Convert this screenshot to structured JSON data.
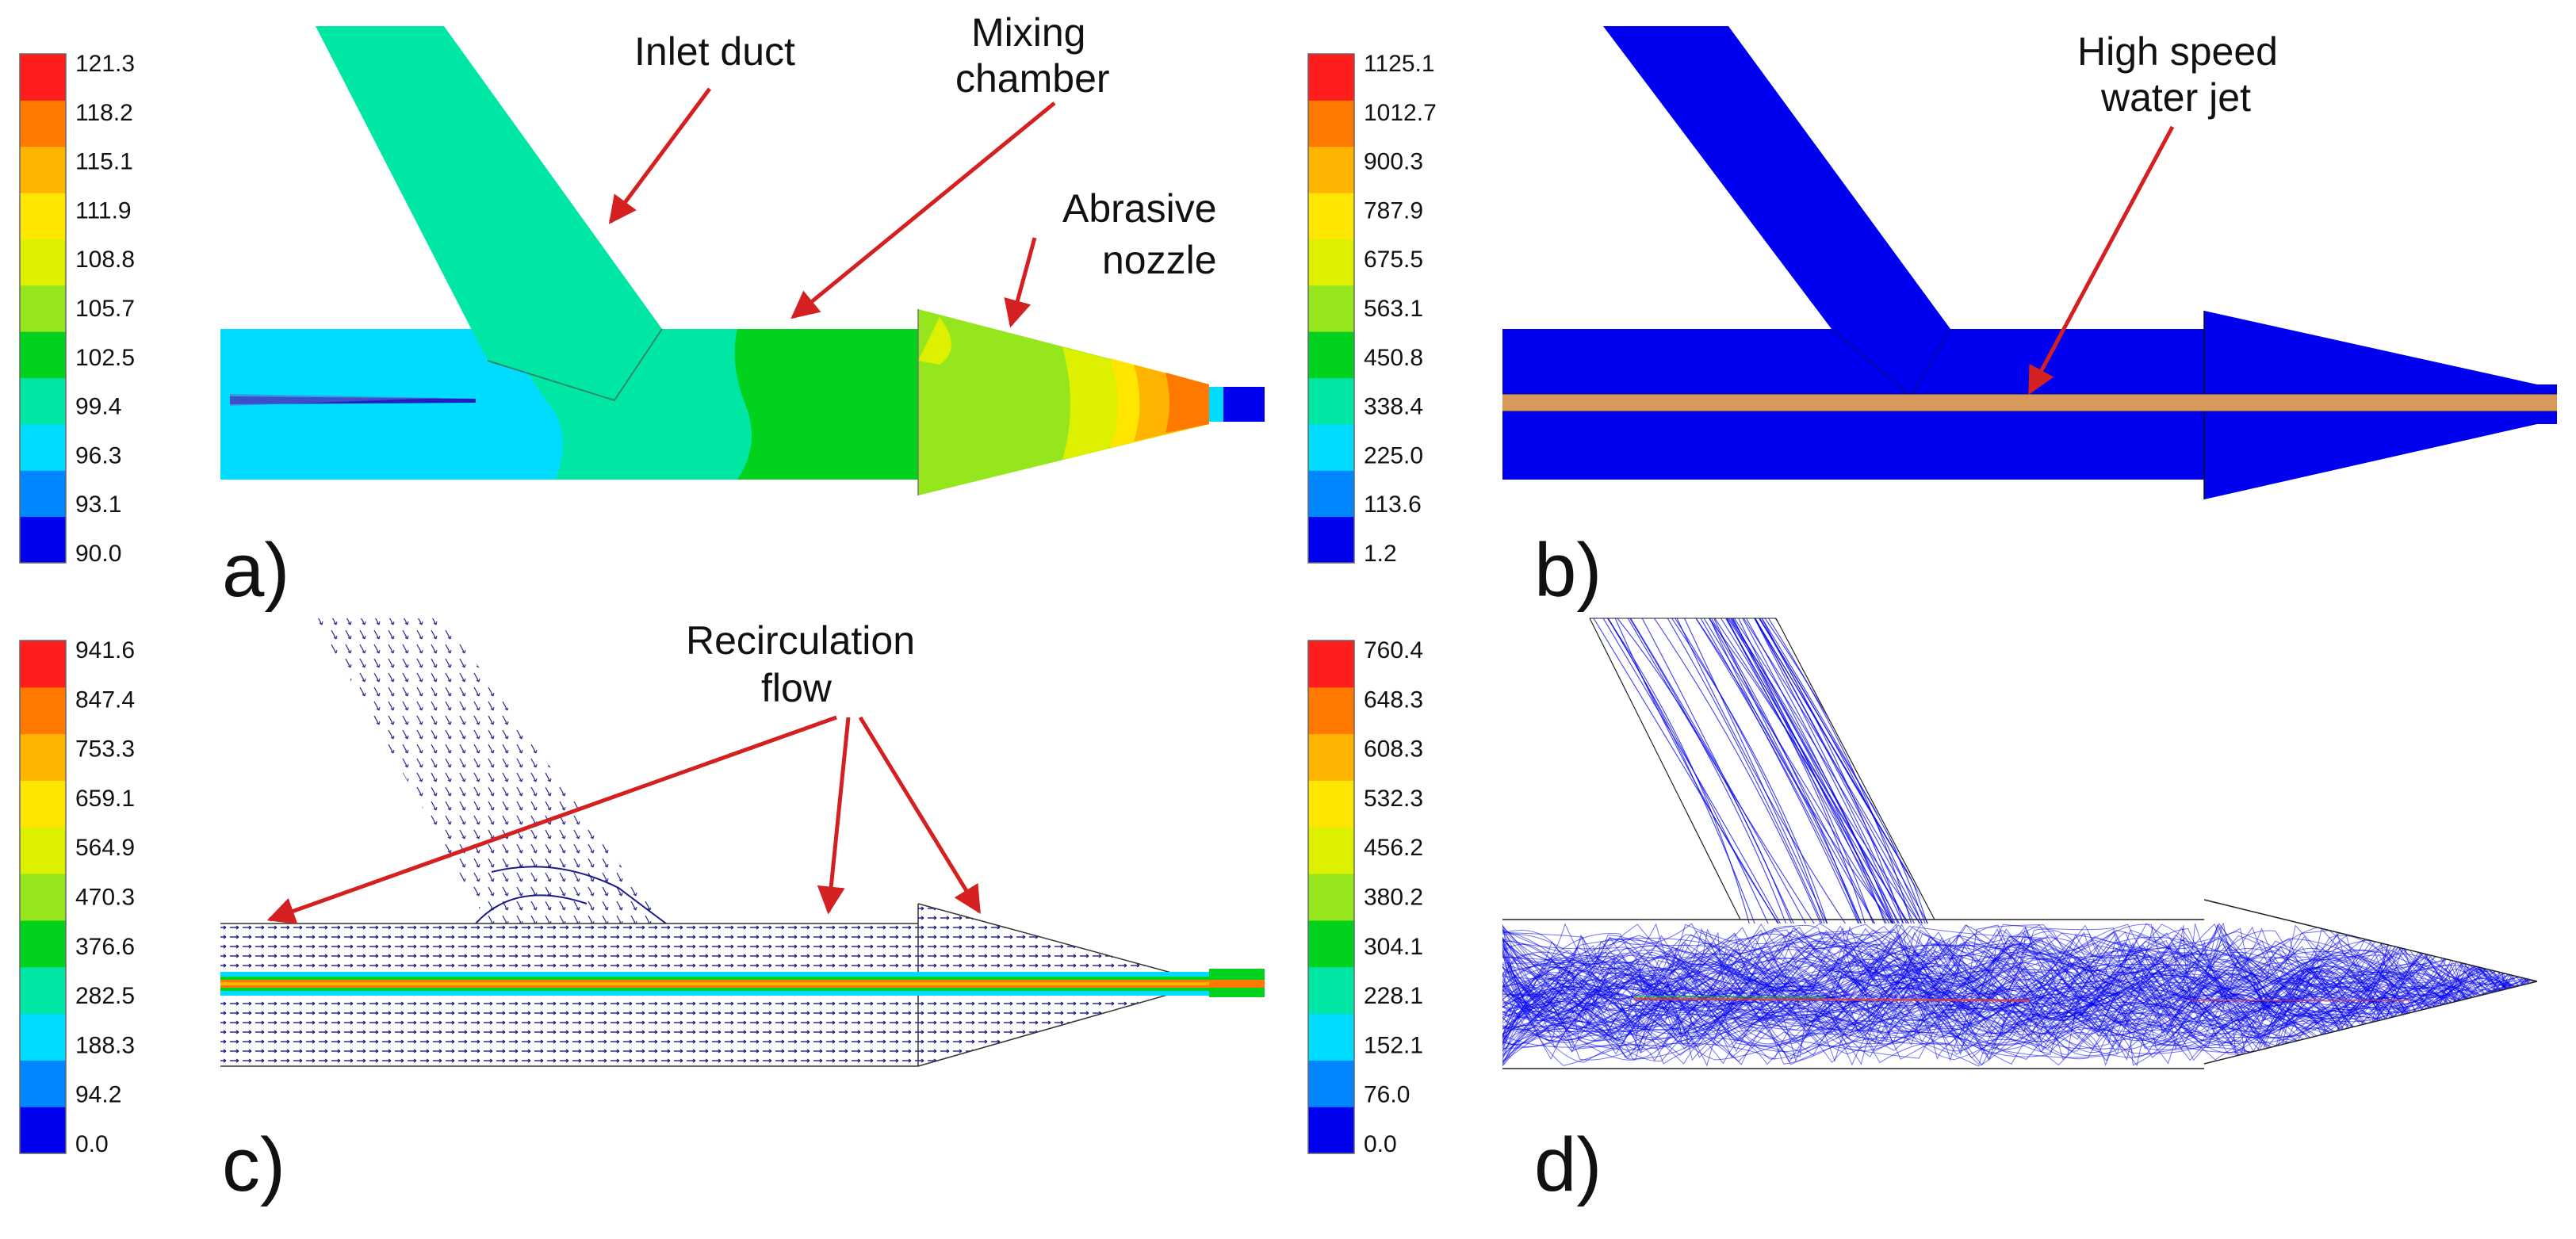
{
  "colors": {
    "scale": [
      "#0000f0",
      "#0087ff",
      "#00dcff",
      "#00e6a5",
      "#00d21e",
      "#96e61e",
      "#dcf000",
      "#ffe600",
      "#ffb400",
      "#ff7800",
      "#ff1e1e"
    ],
    "arrow": "#d42020",
    "jet": "#d89a5a",
    "flow_blue": "#0000ee",
    "vector": "#1a1a8a"
  },
  "panels": {
    "a": {
      "label": "a)",
      "ticks": [
        "121.3",
        "118.2",
        "115.1",
        "111.9",
        "108.8",
        "105.7",
        "102.5",
        "99.4",
        "96.3",
        "93.1",
        "90.0"
      ],
      "annotations": {
        "inlet": "Inlet duct",
        "mixing_1": "Mixing",
        "mixing_2": "chamber",
        "abrasive_1": "Abrasive",
        "abrasive_2": "nozzle"
      }
    },
    "b": {
      "label": "b)",
      "ticks": [
        "1125.1",
        "1012.7",
        "900.3",
        "787.9",
        "675.5",
        "563.1",
        "450.8",
        "338.4",
        "225.0",
        "113.6",
        "1.2"
      ],
      "annotations": {
        "jet_1": "High speed",
        "jet_2": "water jet"
      }
    },
    "c": {
      "label": "c)",
      "ticks": [
        "941.6",
        "847.4",
        "753.3",
        "659.1",
        "564.9",
        "470.3",
        "376.6",
        "282.5",
        "188.3",
        "94.2",
        "0.0"
      ],
      "annotations": {
        "recirc_1": "Recirculation",
        "recirc_2": "flow"
      }
    },
    "d": {
      "label": "d)",
      "ticks": [
        "760.4",
        "648.3",
        "608.3",
        "532.3",
        "456.2",
        "380.2",
        "304.1",
        "228.1",
        "152.1",
        "76.0",
        "0.0"
      ]
    }
  }
}
